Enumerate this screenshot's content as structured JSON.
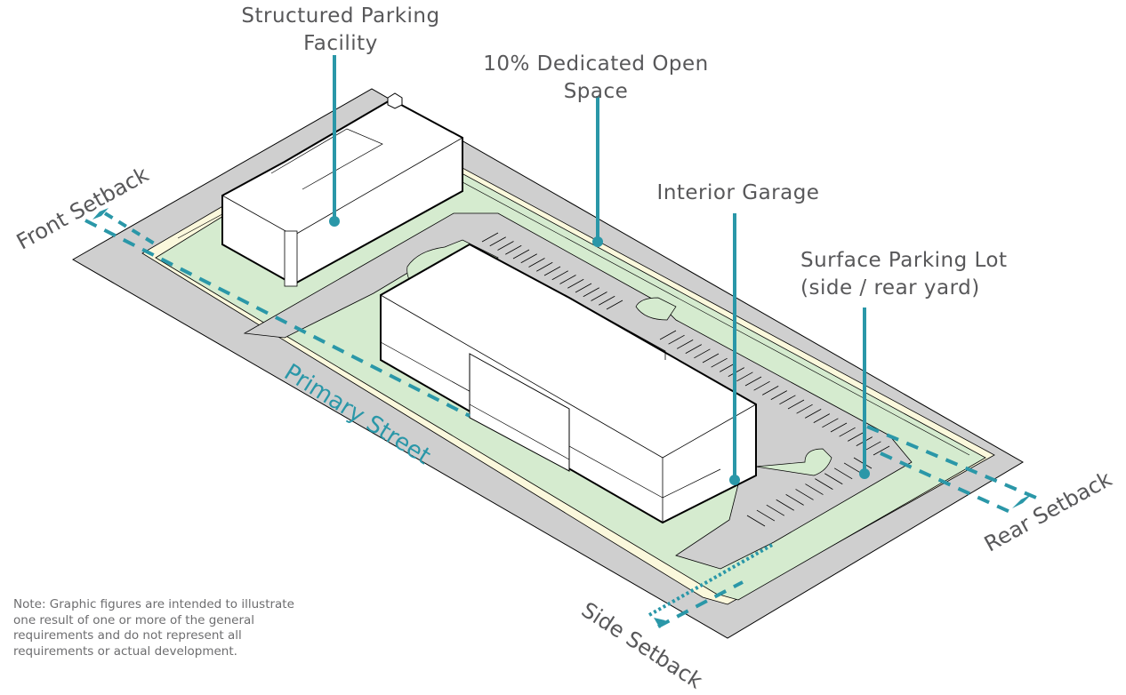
{
  "colors": {
    "road": "#cfcfcf",
    "green": "#d5ebcf",
    "sidewalk": "#fbf8dc",
    "building": "#ffffff",
    "outline": "#000000",
    "accent": "#2a97a8",
    "text": "#58585a"
  },
  "callouts": {
    "structured_parking": "Structured Parking Facility",
    "structured_parking_l1": "Structured Parking",
    "structured_parking_l2": "Facility",
    "open_space_l1": "10% Dedicated Open",
    "open_space_l2": "Space",
    "interior_garage": "Interior Garage",
    "surface_lot_l1": "Surface Parking Lot",
    "surface_lot_l2": "(side / rear yard)"
  },
  "setbacks": {
    "front": "Front Setback",
    "side": "Side Setback",
    "rear": "Rear Setback"
  },
  "street_label": "Primary Street",
  "note": "Note: Graphic figures are intended to illustrate one result of one or more of the general requirements and do not represent all requirements or actual development."
}
